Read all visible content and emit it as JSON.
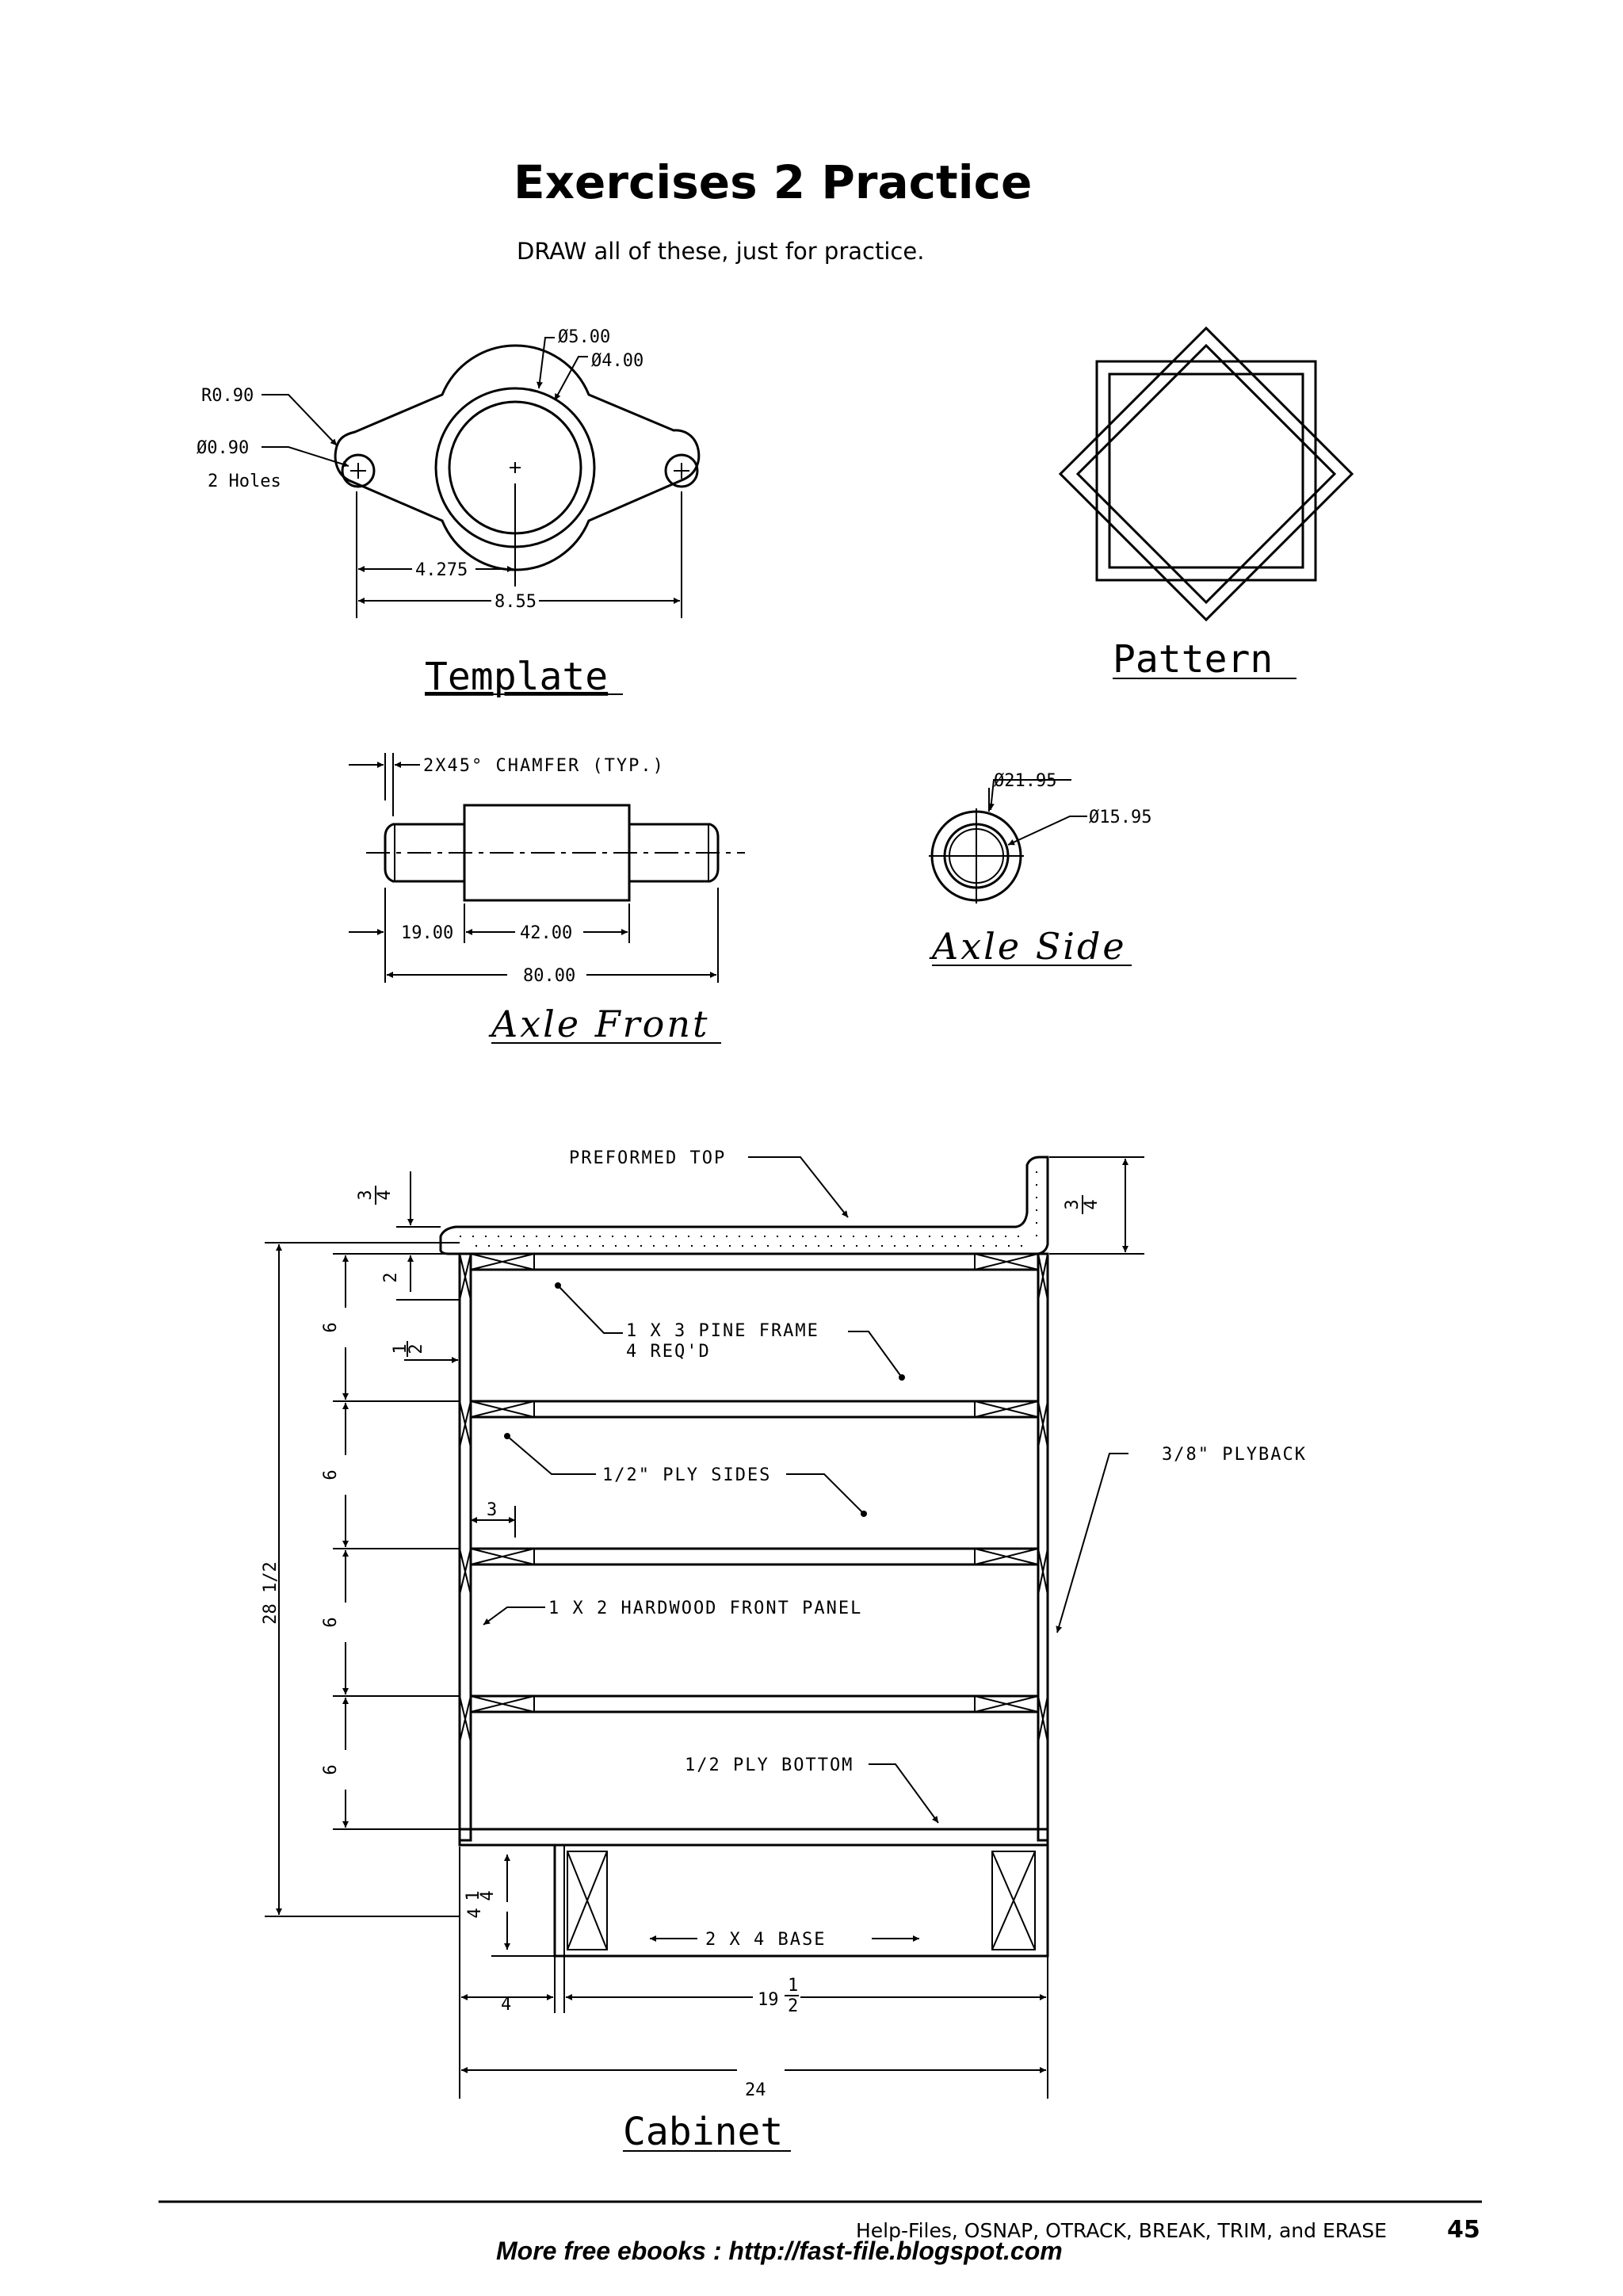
{
  "header": {
    "title": "Exercises 2   Practice",
    "subtitle": "DRAW all of these, just for practice."
  },
  "template": {
    "caption": "Template",
    "dims": {
      "dia_outer": "Ø5.00",
      "dia_inner": "Ø4.00",
      "radius": "R0.90",
      "hole_dia": "Ø0.90",
      "holes": "2 Holes",
      "half_len": "4.275",
      "full_len": "8.55"
    }
  },
  "pattern": {
    "caption": "Pattern"
  },
  "axle_front": {
    "caption": "Axle Front",
    "chamfer": "2X45° CHAMFER (TYP.)",
    "dims": {
      "end_len": "19.00",
      "mid_len": "42.00",
      "total_len": "80.00"
    }
  },
  "axle_side": {
    "caption": "Axle Side",
    "dims": {
      "outer": "Ø21.95",
      "inner": "Ø15.95"
    }
  },
  "cabinet": {
    "caption": "Cabinet",
    "labels": {
      "top": "PREFORMED TOP",
      "frame1": "1 X 3 PINE FRAME",
      "frame2": "4 REQ'D",
      "sides": "1/2\" PLY SIDES",
      "front": "1 X 2 HARDWOOD FRONT PANEL",
      "bottom": "1/2 PLY BOTTOM",
      "back": "3/8\" PLYBACK",
      "base": "2 X 4 BASE"
    },
    "dims": {
      "height": "28 1/2",
      "drawer": "6",
      "top_thick_num": "3",
      "top_thick_den": "4",
      "two": "2",
      "half_num": "1",
      "half_den": "2",
      "three": "3",
      "base_h_whole": "4",
      "base_h_num": "1",
      "base_h_den": "4",
      "four": "4",
      "base_len_whole": "19",
      "base_len_num": "1",
      "base_len_den": "2",
      "width": "24"
    }
  },
  "footer": {
    "running_head": "Help-Files, OSNAP, OTRACK, BREAK, TRIM, and ERASE",
    "page_number": "45",
    "ebook": "More free ebooks  :  http://fast-file.blogspot.com"
  }
}
